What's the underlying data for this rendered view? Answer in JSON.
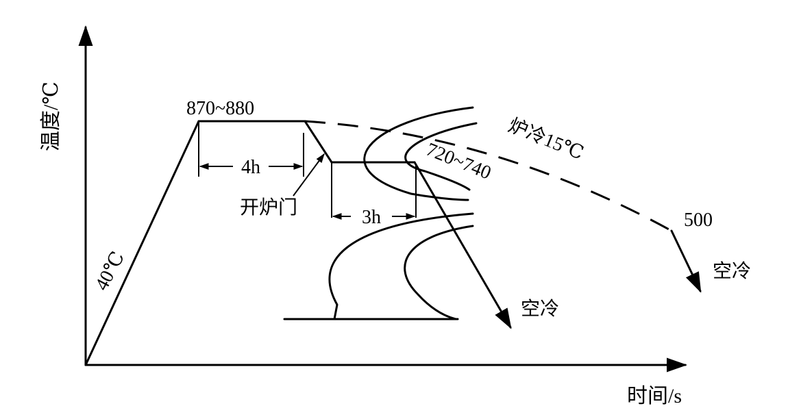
{
  "diagram": {
    "y_axis_label": "温度/℃",
    "x_axis_label": "时间/s",
    "heating_rate_label": "40℃",
    "high_temp_label": "870~880",
    "hold_time_1_label": "4h",
    "open_door_label": "开炉门",
    "isothermal_temp_label": "720~740",
    "hold_time_2_label": "3h",
    "furnace_cool_label": "炉冷15℃",
    "end_temp_label": "500",
    "air_cool_label_1": "空冷",
    "air_cool_label_2": "空冷"
  }
}
